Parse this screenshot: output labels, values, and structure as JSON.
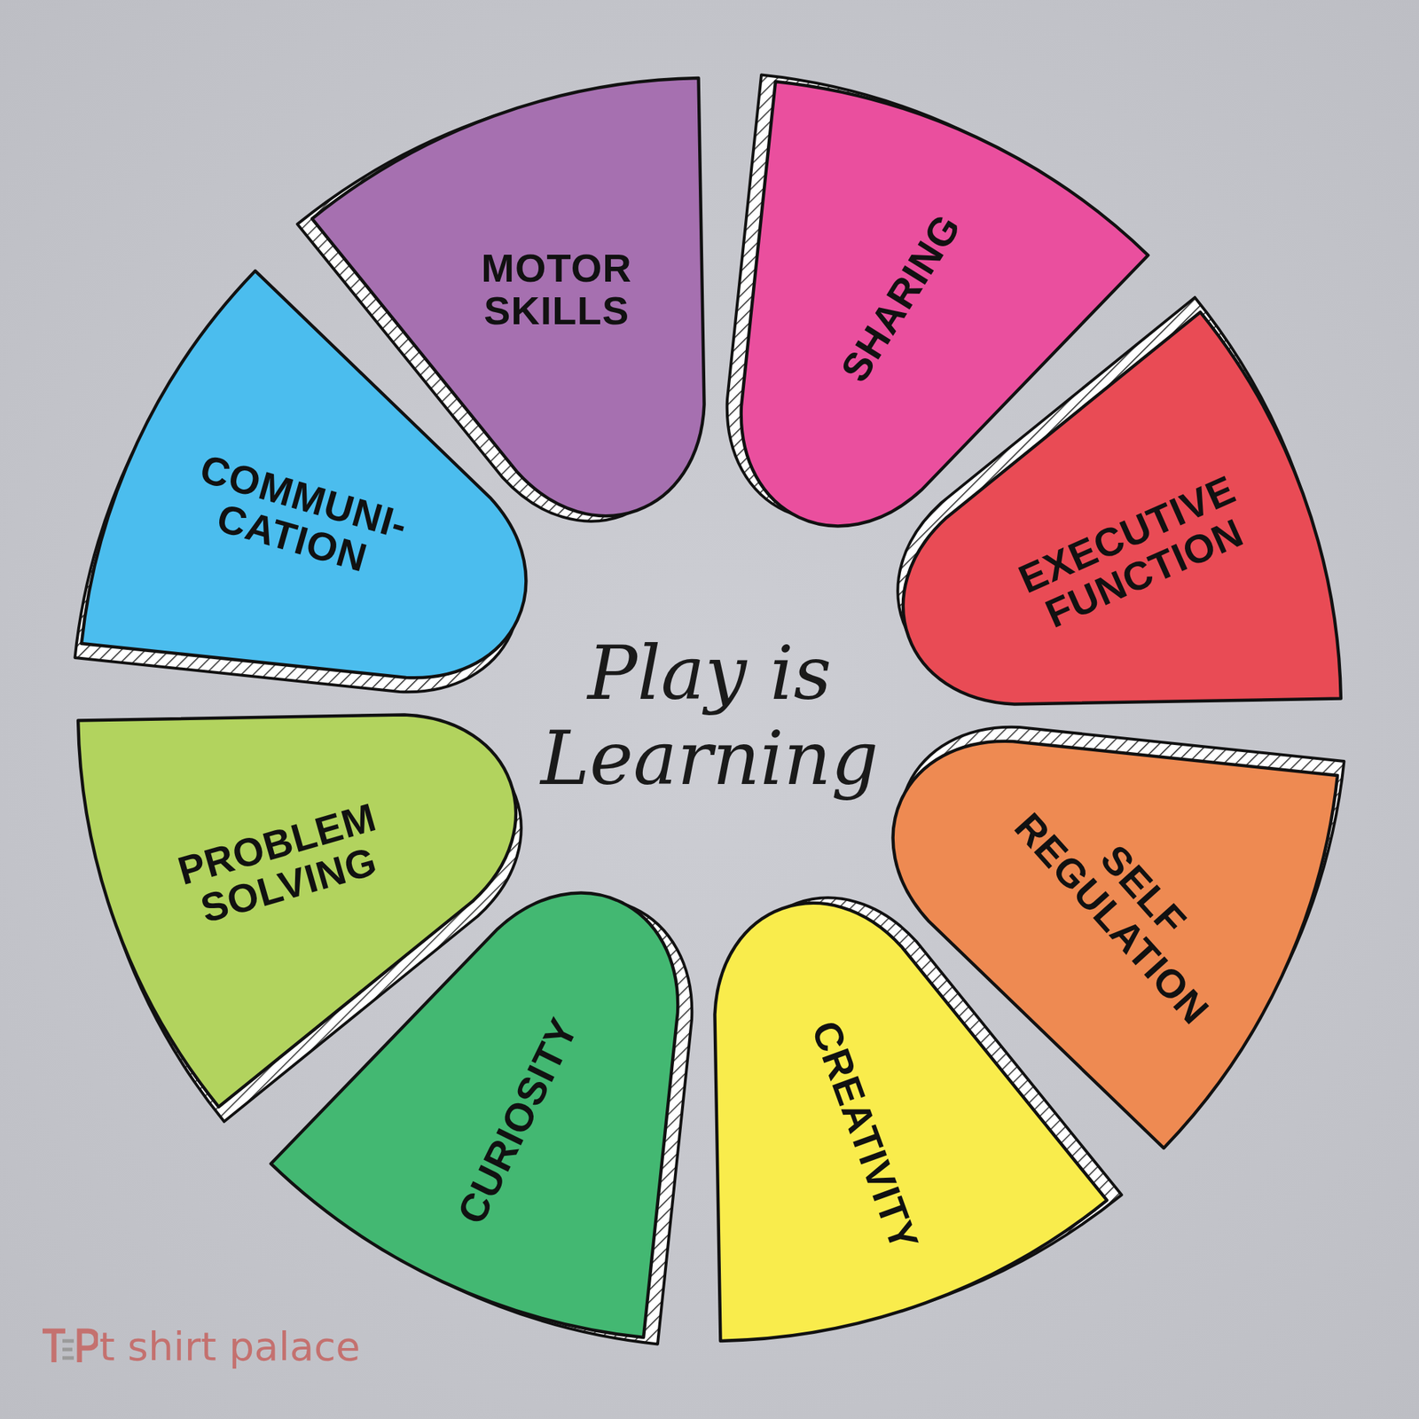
{
  "diagram": {
    "title": "Play is Learning",
    "nodes": [
      {
        "text": [
          "MOTOR SKILLS"
        ]
      },
      {
        "text": [
          "SHARING"
        ]
      },
      {
        "text": [
          "EXECUTIVE FUNCTION"
        ]
      },
      {
        "text": [
          "SELF REGULATION"
        ]
      },
      {
        "text": [
          "CREATIVITY"
        ]
      },
      {
        "text": [
          "CURIOSITY"
        ]
      },
      {
        "text": [
          "PROBLEM SOLVING"
        ]
      },
      {
        "text": [
          "COMMUNI- CATION"
        ]
      }
    ],
    "labels": [
      "t shirt palace"
    ]
  }
}
